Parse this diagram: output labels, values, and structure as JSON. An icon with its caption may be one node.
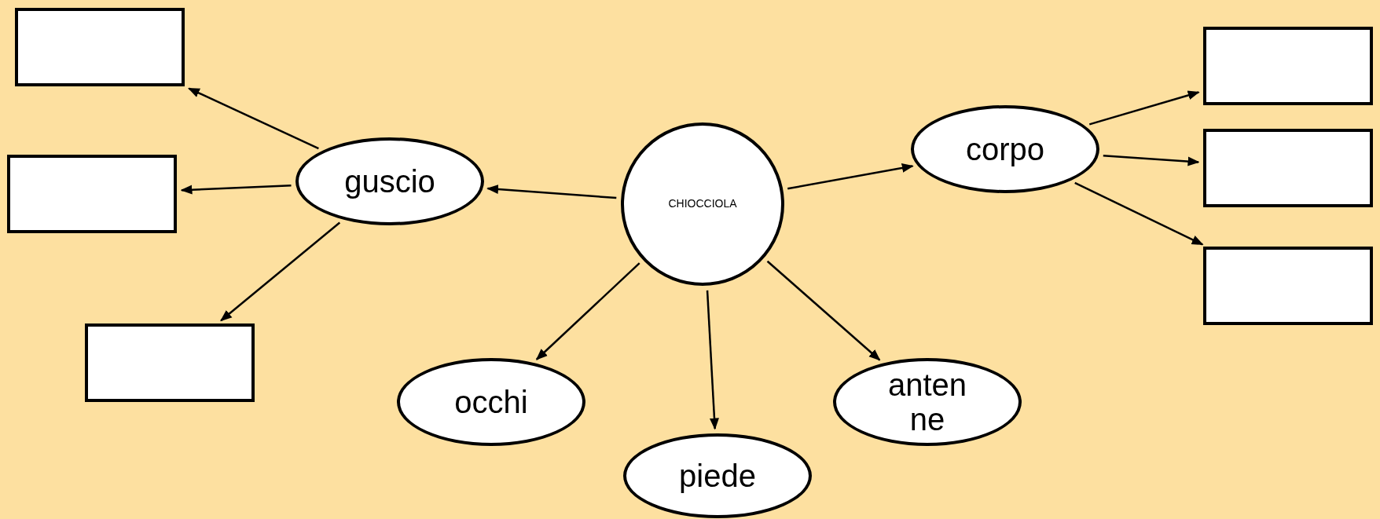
{
  "diagram": {
    "nodes": [
      {
        "text": [
          "CHIOCCIOLA"
        ]
      },
      {
        "text": [
          "guscio"
        ]
      },
      {
        "text": [
          "corpo"
        ]
      },
      {
        "text": [
          "occhi"
        ]
      },
      {
        "text": [
          "piede"
        ]
      },
      {
        "text": [
          "antenne"
        ]
      },
      {
        "text": [],
        "shape": "box"
      },
      {
        "text": [],
        "shape": "box"
      },
      {
        "text": [],
        "shape": "box"
      },
      {
        "text": [],
        "shape": "box"
      },
      {
        "text": [],
        "shape": "box"
      },
      {
        "text": [],
        "shape": "box"
      }
    ],
    "edges": [
      {
        "from": 0,
        "to": 1,
        "arrow": "to"
      },
      {
        "from": 0,
        "to": 2,
        "arrow": "to"
      },
      {
        "from": 0,
        "to": 3,
        "arrow": "to"
      },
      {
        "from": 0,
        "to": 4,
        "arrow": "to"
      },
      {
        "from": 0,
        "to": 5,
        "arrow": "to"
      },
      {
        "from": 1,
        "to": 6,
        "arrow": "to"
      },
      {
        "from": 1,
        "to": 7,
        "arrow": "to"
      },
      {
        "from": 1,
        "to": 8,
        "arrow": "to"
      },
      {
        "from": 2,
        "to": 9,
        "arrow": "to"
      },
      {
        "from": 2,
        "to": 10,
        "arrow": "to"
      },
      {
        "from": 2,
        "to": 11,
        "arrow": "to"
      }
    ]
  }
}
